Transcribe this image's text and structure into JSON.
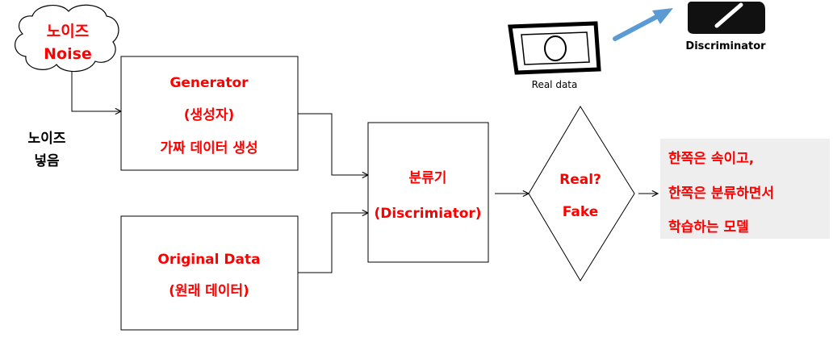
{
  "noise_cloud": {
    "line1": "노이즈",
    "line2": "Noise"
  },
  "noise_input_label": {
    "line1": "노이즈",
    "line2": "넣음"
  },
  "generator_box": {
    "line1": "Generator",
    "line2": "(생성자)",
    "line3": "가짜 데이터 생성"
  },
  "original_box": {
    "line1": "Original Data",
    "line2": "(원래 데이터)"
  },
  "discriminator_box": {
    "line1": "분류기",
    "line2": "(Discrimiator)"
  },
  "decision_diamond": {
    "line1": "Real?",
    "line2": "Fake"
  },
  "result_note": {
    "line1": "한쪽은 속이고,",
    "line2": "한쪽은 분류하면서",
    "line3": "학습하는 모델"
  },
  "illustration": {
    "real_data_label": "Real data",
    "discriminator_label": "Discriminator"
  },
  "colors": {
    "accent_text": "#ff0000",
    "arrow_blue": "#5b9bd5",
    "note_background": "#eeeeee"
  }
}
